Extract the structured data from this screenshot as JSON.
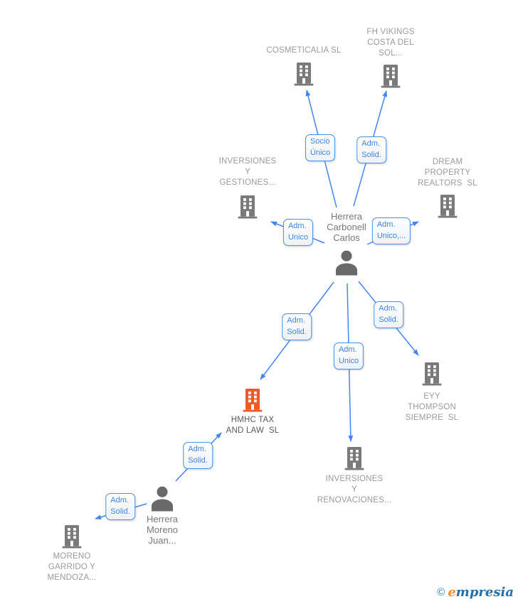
{
  "colors": {
    "background": "#ffffff",
    "edge_blue": "#4285f4",
    "label_box_border": "#4a90e2",
    "label_box_text": "#3d85e0",
    "company_text": "#9b9b9b",
    "highlight_company_text": "#5a5a5a",
    "person_text": "#787878",
    "building_icon": "#7a7a7a",
    "person_icon": "#696969",
    "highlight_node": "#F05A28",
    "logo_orange": "#F7941E",
    "logo_blue": "#2470A8"
  },
  "diagram": {
    "nodes": {
      "cosmeticalia": {
        "type": "company",
        "label": "COSMETICALIA SL"
      },
      "fh_vikings": {
        "type": "company",
        "label": "FH VIKINGS\nCOSTA DEL\nSOL..."
      },
      "inversiones_gestiones": {
        "type": "company",
        "label": "INVERSIONES\nY\nGESTIONES..."
      },
      "dream_property": {
        "type": "company",
        "label": "DREAM\nPROPERTY\nREALTORS  SL"
      },
      "herrera_carbonell": {
        "type": "person",
        "label": "Herrera\nCarbonell\nCarlos"
      },
      "eyy_thompson": {
        "type": "company",
        "label": "EYY\nTHOMPSON\nSIEMPRE  SL"
      },
      "hmhc": {
        "type": "company",
        "highlighted": true,
        "label": "HMHC TAX\nAND LAW  SL"
      },
      "inversiones_renovaciones": {
        "type": "company",
        "label": "INVERSIONES\nY\nRENOVACIONES..."
      },
      "herrera_moreno": {
        "type": "person",
        "label": "Herrera\nMoreno\nJuan..."
      },
      "moreno_garrido": {
        "type": "company",
        "label": "MORENO\nGARRIDO Y\nMENDOZA..."
      }
    },
    "relations": [
      {
        "from": "herrera_carbonell",
        "to": "cosmeticalia",
        "label": "Socio Único"
      },
      {
        "from": "herrera_carbonell",
        "to": "fh_vikings",
        "label": "Adm. Solid."
      },
      {
        "from": "herrera_carbonell",
        "to": "inversiones_gestiones",
        "label": "Adm. Unico"
      },
      {
        "from": "herrera_carbonell",
        "to": "dream_property",
        "label": "Adm. Unico,..."
      },
      {
        "from": "herrera_carbonell",
        "to": "hmhc",
        "label": "Adm. Solid."
      },
      {
        "from": "herrera_carbonell",
        "to": "inversiones_renovaciones",
        "label": "Adm. Unico"
      },
      {
        "from": "herrera_carbonell",
        "to": "eyy_thompson",
        "label": "Adm. Solid."
      },
      {
        "from": "herrera_moreno",
        "to": "hmhc",
        "label": "Adm. Solid."
      },
      {
        "from": "herrera_moreno",
        "to": "moreno_garrido",
        "label": "Adm. Solid."
      }
    ]
  },
  "footer": {
    "copyright_symbol": "©",
    "brand_first_letter": "e",
    "brand_rest": "mpresia"
  }
}
